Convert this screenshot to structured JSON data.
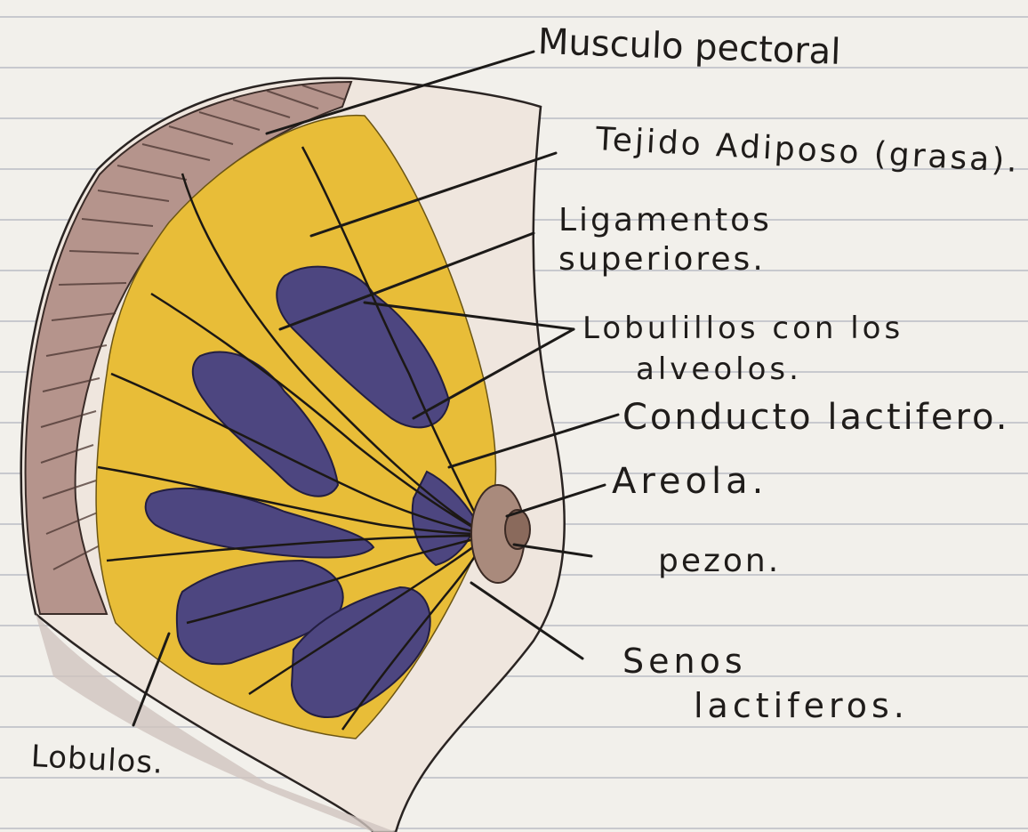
{
  "labels": {
    "musculo_pectoral": "Musculo pectoral",
    "tejido_adiposo": "Tejido Adiposo (grasa).",
    "ligamentos_line1": "Ligamentos",
    "ligamentos_line2": "superiores.",
    "lobulillos_line1": "Lobulillos con los",
    "lobulillos_line2": "alveolos.",
    "conducto_lactifero": "Conducto lactifero.",
    "areola": "Areola.",
    "pezon": "pezon.",
    "senos_line1": "Senos",
    "senos_line2": "lactiferos.",
    "lobulos": "Lobulos."
  },
  "colors": {
    "paper": "#f2f0eb",
    "rule_line": "#b9bcc4",
    "muscle": "#8f6a63",
    "fat_yellow": "#e8bd38",
    "lobule_purple": "#4d4680",
    "areola": "#a98a7c",
    "ink": "#1f1c1a"
  }
}
